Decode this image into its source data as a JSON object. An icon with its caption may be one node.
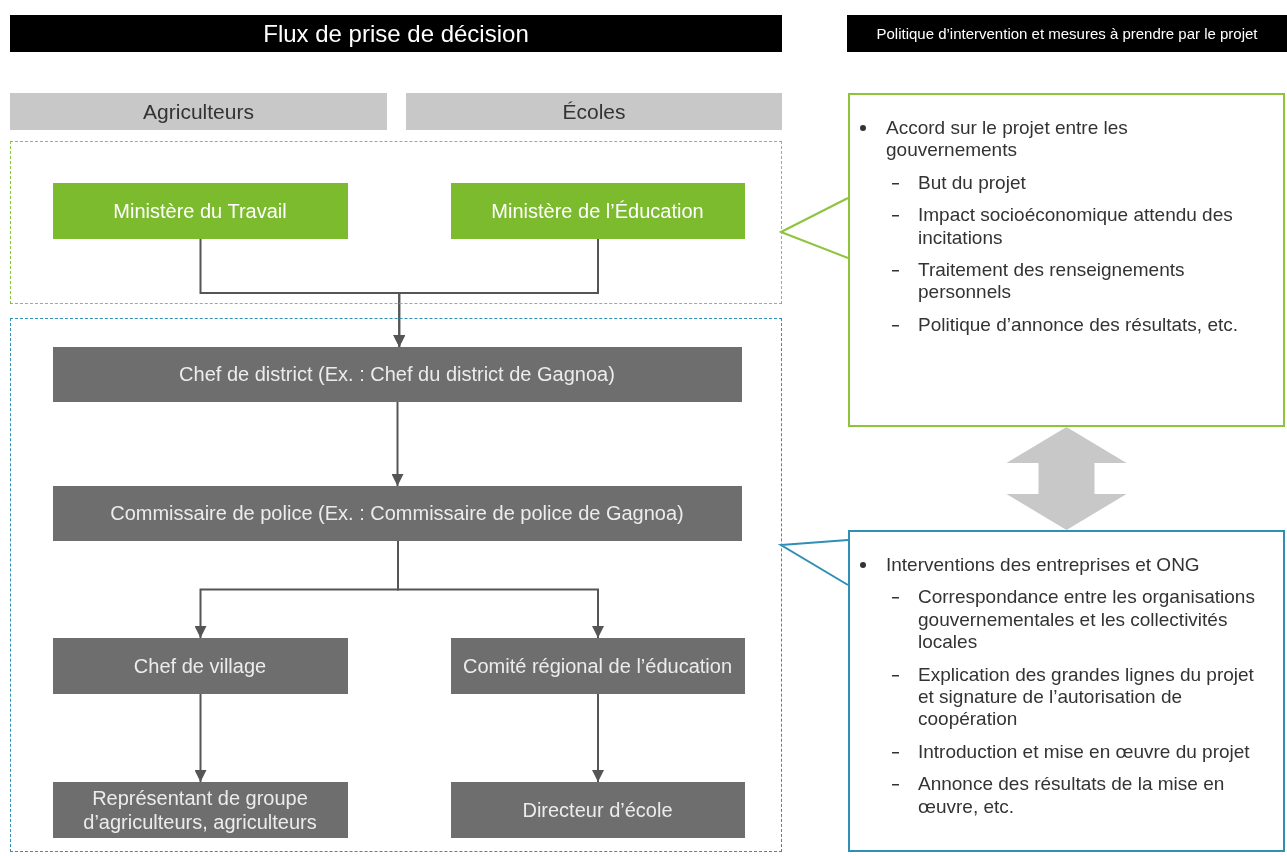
{
  "diagram": {
    "title": "Flux de prise de décision",
    "nodes": [
      {
        "text": [
          "Agriculteurs"
        ]
      },
      {
        "text": [
          "Écoles"
        ]
      },
      {
        "text": [],
        "shape": "box"
      },
      {
        "text": [
          "Ministère du Travail"
        ],
        "in": 2
      },
      {
        "text": [
          "Ministère de l’Éducation"
        ],
        "in": 2
      },
      {
        "text": [],
        "shape": "box"
      },
      {
        "text": [
          "Chef de district (Ex. : Chef du district de Gagnoa)"
        ],
        "in": 5
      },
      {
        "text": [
          "Commissaire de police (Ex. : Commissaire de police de Gagnoa)"
        ],
        "in": 5
      },
      {
        "text": [
          "Chef de village"
        ],
        "in": 5
      },
      {
        "text": [
          "Comité régional de l’éducation"
        ],
        "in": 5
      },
      {
        "text": [
          "Représentant de groupe d’agriculteurs, agriculteurs"
        ],
        "in": 5
      },
      {
        "text": [
          "Directeur d’école"
        ],
        "in": 5
      },
      {
        "text": [
          "Accord sur le projet entre les gouvernements",
          "But du projet",
          "Impact socioéconomique attendu des incitations",
          "Traitement des renseignements personnels",
          "Politique d’annonce des résultats, etc."
        ]
      },
      {
        "text": [
          "Interventions des entreprises et ONG",
          "Correspondance entre les organisations gouvernementales et les collectivités locales",
          "Explication des grandes lignes du projet et signature de l’autorisation de coopération",
          "Introduction et mise en œuvre du projet",
          "Annonce des résultats de la mise en œuvre, etc."
        ]
      }
    ],
    "edges": [
      {
        "from": 3,
        "to": 6,
        "arrow": "to"
      },
      {
        "from": 4,
        "to": 6,
        "arrow": "to"
      },
      {
        "from": 6,
        "to": 7,
        "arrow": "to"
      },
      {
        "from": 7,
        "to": 8,
        "arrow": "to"
      },
      {
        "from": 7,
        "to": 9,
        "arrow": "to"
      },
      {
        "from": 8,
        "to": 10,
        "arrow": "to"
      },
      {
        "from": 9,
        "to": 11,
        "arrow": "to"
      },
      {
        "from": 12,
        "to": 2,
        "arrow": "none",
        "color": "#8cc43c"
      },
      {
        "from": 13,
        "to": 5,
        "arrow": "none",
        "color": "#2f8fb5"
      },
      {
        "from": 12,
        "to": 13,
        "arrow": "both",
        "style": "thick",
        "color": "#c8c8c8"
      }
    ],
    "labels": [
      "Politique d’intervention et mesures à prendre par le projet"
    ]
  }
}
